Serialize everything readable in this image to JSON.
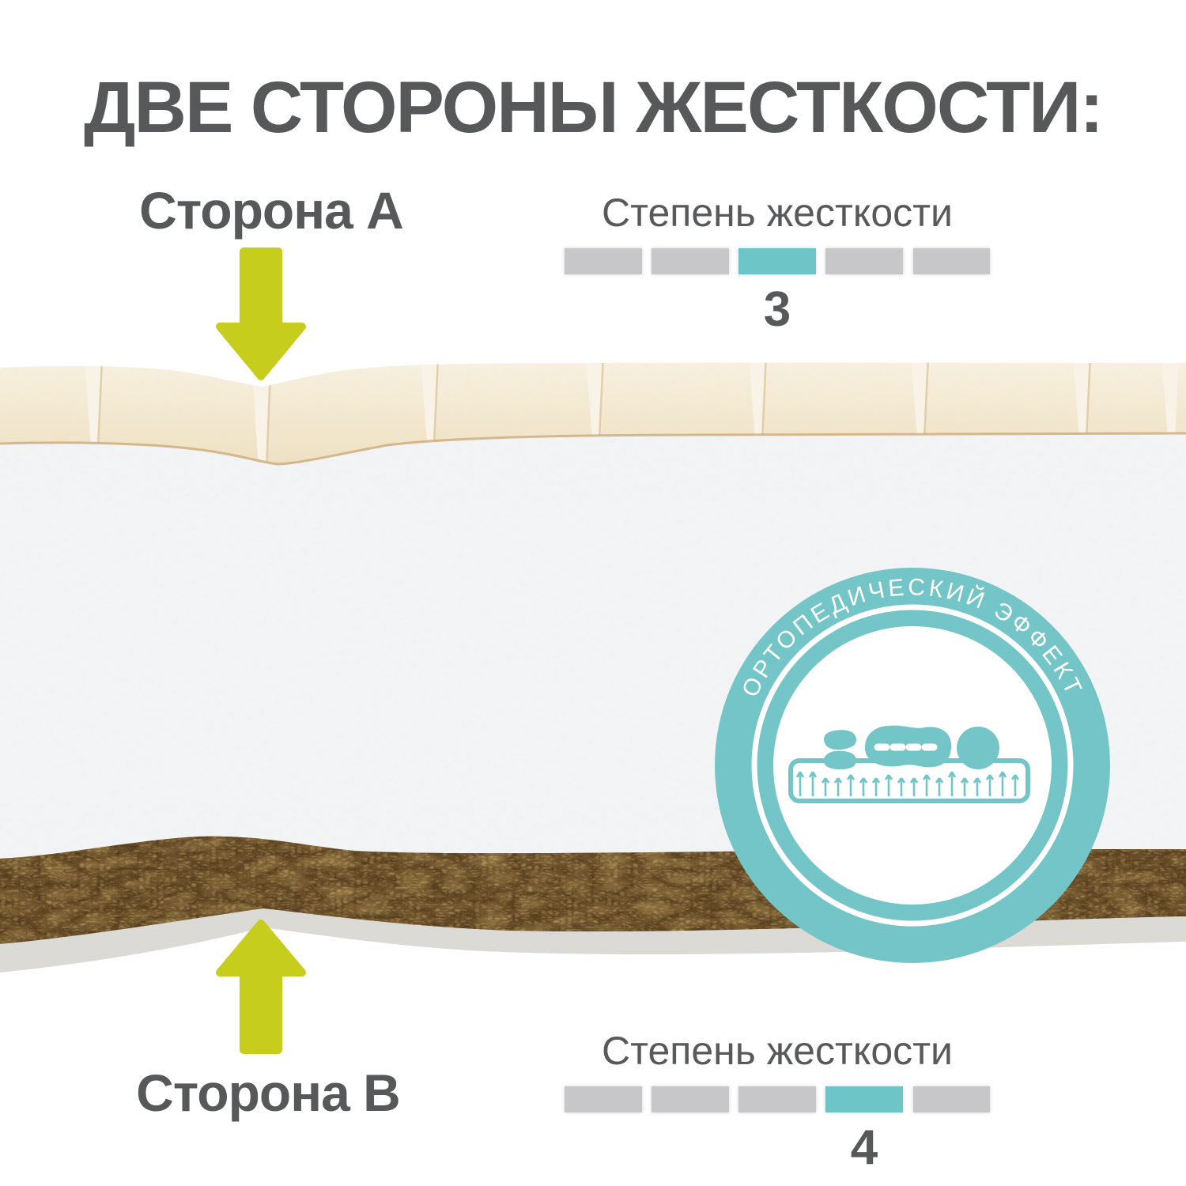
{
  "title": "ДВЕ СТОРОНЫ ЖЕСТКОСТИ:",
  "side_a": {
    "label": "Сторона А"
  },
  "side_b": {
    "label": "Сторона В"
  },
  "firmness_top": {
    "label": "Степень жесткости",
    "value": "3",
    "segments": 5,
    "active": 3
  },
  "firmness_bottom": {
    "label": "Степень жесткости",
    "value": "4",
    "segments": 5,
    "active": 4
  },
  "badge": {
    "text": "ОРТОПЕДИЧЕСКИЙ ЭФФЕКТ"
  },
  "colors": {
    "text_gray": "#57585a",
    "scale_inactive_gray": "#c7c6c8",
    "scale_active_teal": "#6ec5c8",
    "badge_teal": "#73c5c8",
    "arrow_green": "#c7cd1d",
    "foam_cream": "#f3e9d2",
    "coir_brown": "#4a3114",
    "bottom_layer_gray": "#dbdad6"
  }
}
